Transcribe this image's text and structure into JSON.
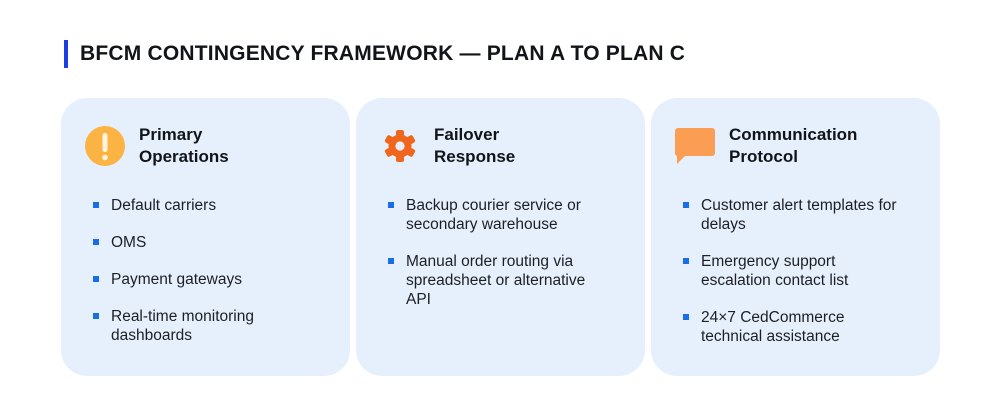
{
  "header": {
    "title": "BFCM CONTINGENCY FRAMEWORK — PLAN A TO PLAN C",
    "accent_color": "#1a3fe0"
  },
  "cards": [
    {
      "title_line1": "Primary",
      "title_line2": "Operations",
      "icon": "exclamation-circle-icon",
      "icon_color": "#fbb444",
      "items": [
        "Default carriers",
        "OMS",
        "Payment gateways",
        "Real-time monitoring dashboards"
      ]
    },
    {
      "title_line1": "Failover",
      "title_line2": "Response",
      "icon": "gear-icon",
      "icon_color": "#f0661f",
      "items": [
        "Backup courier service or secondary warehouse",
        "Manual order routing via spreadsheet or alternative API"
      ]
    },
    {
      "title_line1": "Communication",
      "title_line2": "Protocol",
      "icon": "speech-bubble-icon",
      "icon_color": "#fb9d52",
      "items": [
        "Customer alert templates for delays",
        "Emergency support escalation contact list",
        "24×7 CedCommerce technical assistance"
      ]
    }
  ],
  "colors": {
    "card_background": "#e6f0fd",
    "bullet": "#1a6ce8"
  }
}
